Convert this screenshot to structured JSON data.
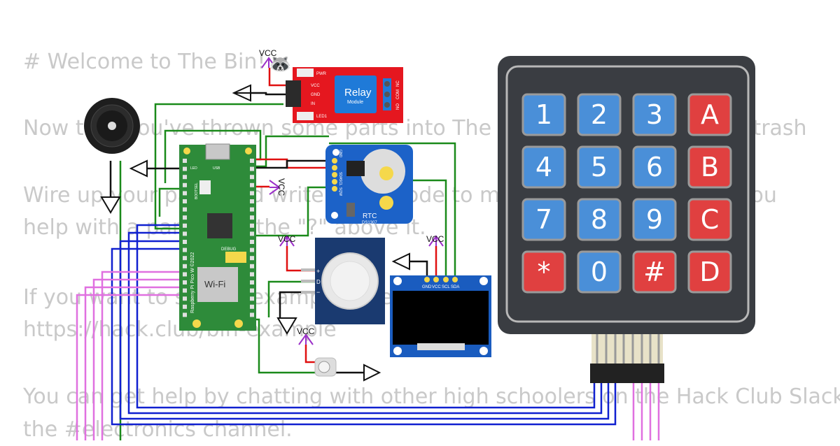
{
  "background_text": {
    "line1": "# Welcome to The Bin!",
    "line2": "Now that you've thrown some parts into The Bin, it's time to sort the trash",
    "line3": "Wire up your parts and write some code to make something cool. If you",
    "line4": "help with a part, click the \"?\" above it.",
    "line5": "If you want to see an example, check out",
    "line6": "https://hack.club/bin-example",
    "line7": "You can get help by chatting with other high schoolers on the Hack Club Slack in",
    "line8": "the #electronics channel."
  },
  "labels": {
    "vcc": "VCC",
    "raccoon": "🦝",
    "relay_title": "Relay",
    "relay_sub": "Module",
    "relay_pwr": "PWR",
    "relay_led": "LED1",
    "relay_vcc": "VCC",
    "relay_gnd": "GND",
    "relay_in": "IN",
    "relay_no": "NO",
    "relay_com": "COM",
    "relay_nc": "NC",
    "pico_led": "LED",
    "pico_usb": "USB",
    "pico_bootsel": "BOOTSEL",
    "pico_debug": "DEBUG",
    "pico_wifi": "Wi-Fi",
    "pico_model": "Raspberry Pi Pico W ©2022",
    "rtc_title": "RTC",
    "rtc_chip": "DS1307",
    "rtc_gnd": "GND",
    "rtc_5v": "5V",
    "rtc_sda": "SDA",
    "rtc_scl": "SCL",
    "rtc_sqw": "SQW",
    "pir_plus": "+",
    "pir_d": "D",
    "pir_minus": "−",
    "oled_gnd": "GND",
    "oled_vcc": "VCC",
    "oled_scl": "SCL",
    "oled_sda": "SDA"
  },
  "keypad": {
    "keys": [
      "1",
      "2",
      "3",
      "A",
      "4",
      "5",
      "6",
      "B",
      "7",
      "8",
      "9",
      "C",
      "*",
      "0",
      "#",
      "D"
    ],
    "colors": {
      "number": "#4a8fd8",
      "letter": "#e04040",
      "body": "#3a3d42"
    }
  },
  "colors": {
    "wire_green": "#1a8a1a",
    "wire_blue": "#1020d0",
    "wire_pink": "#e070e0",
    "wire_red": "#e01010",
    "wire_black": "#111111",
    "vcc_arrow": "#9b30c8",
    "pico_green": "#2e8b3a",
    "relay_red": "#e5171f",
    "rtc_blue": "#1c62c8",
    "pir_navy": "#1a3a70",
    "oled_blue": "#1a5cbf"
  }
}
